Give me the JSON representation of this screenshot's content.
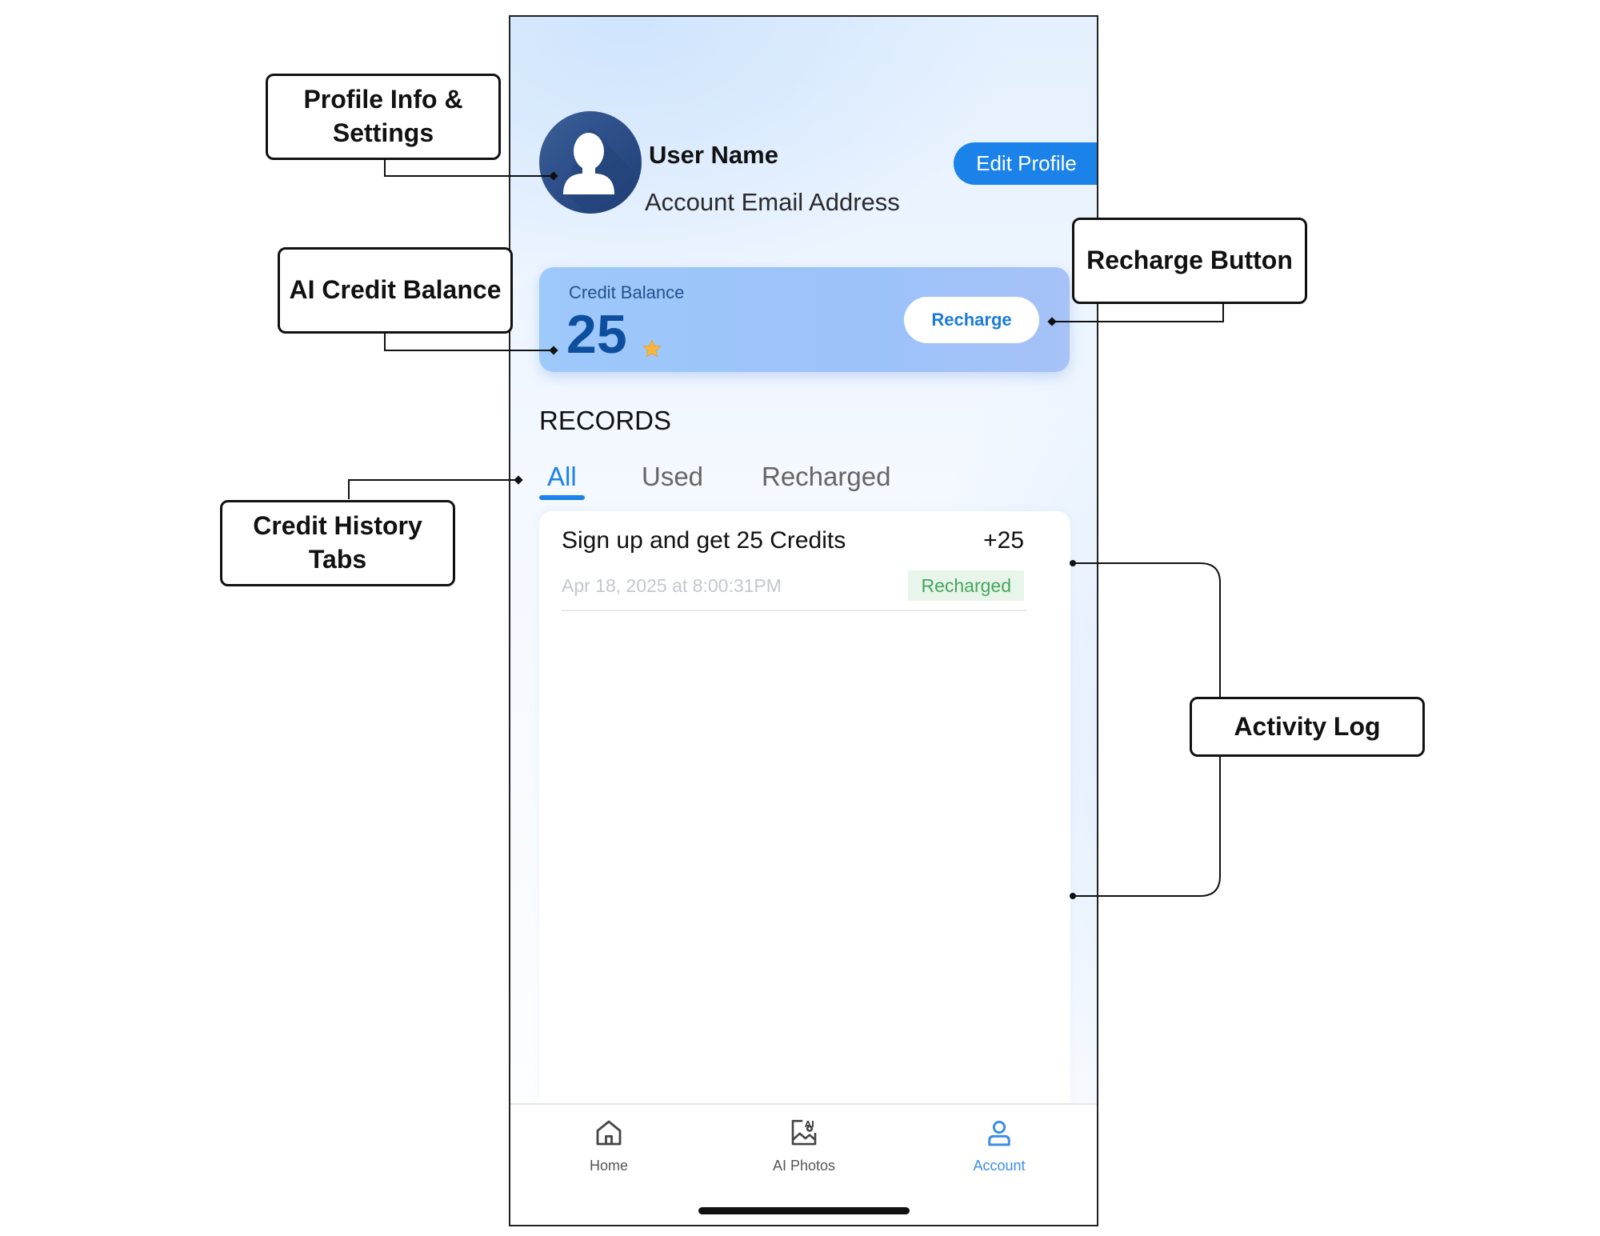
{
  "profile": {
    "user_name": "User Name",
    "email": "Account Email Address",
    "edit_label": "Edit Profile",
    "avatar_icon": "person-icon"
  },
  "credit": {
    "label": "Credit Balance",
    "value": "25",
    "icon": "star-icon",
    "recharge_label": "Recharge"
  },
  "records": {
    "title": "RECORDS",
    "tabs": [
      {
        "label": "All",
        "active": true
      },
      {
        "label": "Used",
        "active": false
      },
      {
        "label": "Recharged",
        "active": false
      }
    ],
    "items": [
      {
        "title": "Sign up and get 25 Credits",
        "amount": "+25",
        "date": "Apr 18, 2025 at 8:00:31PM",
        "status": "Recharged"
      }
    ]
  },
  "nav": {
    "items": [
      {
        "label": "Home",
        "icon": "home-icon",
        "active": false
      },
      {
        "label": "AI Photos",
        "icon": "ai-photo-icon",
        "active": false
      },
      {
        "label": "Account",
        "icon": "account-icon",
        "active": true
      }
    ]
  },
  "annotations": {
    "profile": "Profile Info & Settings",
    "credit_balance": "AI Credit Balance",
    "history_tabs": "Credit History Tabs",
    "recharge": "Recharge Button",
    "activity_log": "Activity Log"
  },
  "colors": {
    "accent": "#1a82e8",
    "credit_value": "#0d4f9e",
    "badge_bg": "#e7f5ea",
    "badge_text": "#46a55d"
  }
}
